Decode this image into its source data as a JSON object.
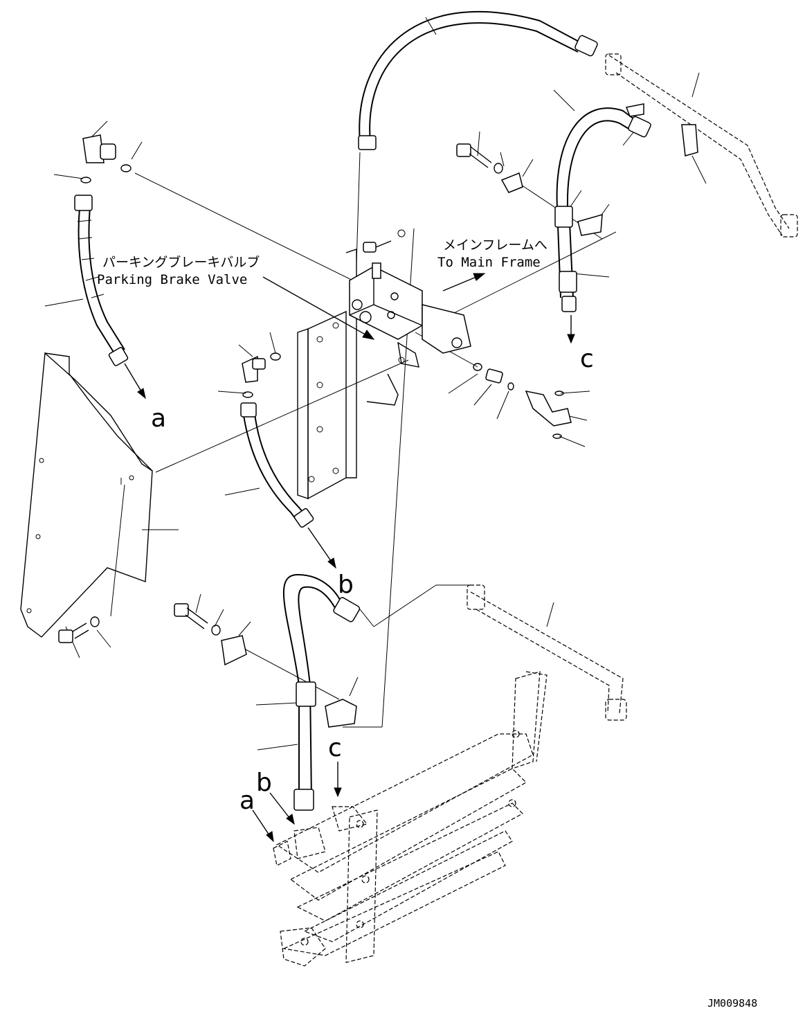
{
  "labels": {
    "parking_brake_jp": "パーキングブレーキバルブ",
    "parking_brake_en": "Parking Brake Valve",
    "main_frame_jp": "メインフレームへ",
    "main_frame_en": "To Main Frame"
  },
  "connection_marks": {
    "a": "a",
    "b": "b",
    "c": "c"
  },
  "drawing_code": "JM009848"
}
